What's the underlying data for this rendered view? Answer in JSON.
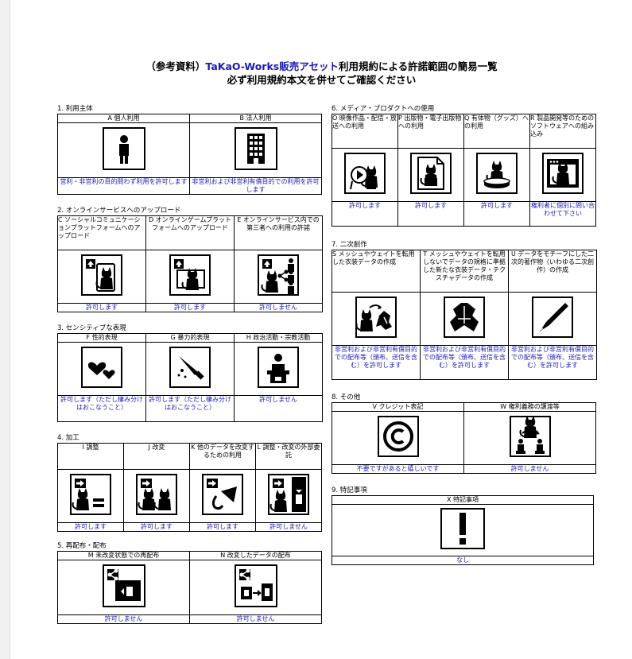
{
  "title": {
    "line1_prefix": "（参考資料）",
    "line1_brand": "TaKaO-Works販売アセット",
    "line1_suffix": "利用規約による許諾範囲の簡易一覧",
    "line2": "必ず利用規約本文を併せてご確認ください"
  },
  "sections": {
    "s1": {
      "label": "1. 利用主体",
      "cols": [
        {
          "head": "A 個人利用",
          "icon": "person-icon",
          "result": "営利・非営利の目的問わず利用を許可します"
        },
        {
          "head": "B 法人利用",
          "icon": "building-icon",
          "result": "非営利および非営利有償目的での利用を許可します"
        }
      ]
    },
    "s2": {
      "label": "2. オンラインサービスへのアップロード",
      "cols": [
        {
          "head": "C ソーシャルコミュニケーションプラットフォームへのアップロード",
          "icon": "upload-phone-icon",
          "result": "許可します"
        },
        {
          "head": "D オンラインゲームプラットフォームへのアップロード",
          "icon": "upload-monitor-icon",
          "result": "許可します"
        },
        {
          "head": "E オンラインサービス内での第三者への利用の許諾",
          "icon": "share-users-icon",
          "result": "許可しません"
        }
      ]
    },
    "s3": {
      "label": "3. センシティブな表現",
      "cols": [
        {
          "head": "F 性的表現",
          "icon": "hearts-icon",
          "result": "許可します（ただし棲み分けはおこなうこと）"
        },
        {
          "head": "G 暴力的表現",
          "icon": "knife-icon",
          "result": "許可します（ただし棲み分けはおこなうこと）"
        },
        {
          "head": "H 政治活動・宗教活動",
          "icon": "podium-icon",
          "result": "許可しません"
        }
      ]
    },
    "s4": {
      "label": "4. 加工",
      "cols": [
        {
          "head": "I 調整",
          "icon": "adjust-icon",
          "result": "許可します"
        },
        {
          "head": "J 改変",
          "icon": "modify-icon",
          "result": "許可します"
        },
        {
          "head": "K 他のデータを改変するための利用",
          "icon": "hand-icon",
          "result": "許可します"
        },
        {
          "head": "L 調整・改変の外部委託",
          "icon": "outsource-icon",
          "result": "許可しません"
        }
      ]
    },
    "s5": {
      "label": "5. 再配布・配布",
      "cols": [
        {
          "head": "M 未改変状態での再配布",
          "icon": "redistribute-icon",
          "result": "許可しません"
        },
        {
          "head": "N 改変したデータの配布",
          "icon": "distribute-modified-icon",
          "result": "許可しません"
        }
      ]
    },
    "s6": {
      "label": "6. メディア・プロダクトへの使用",
      "cols": [
        {
          "head": "O 映像作品・配信・放送への利用",
          "icon": "video-icon",
          "result": "許可します"
        },
        {
          "head": "P 出版物・電子出版物への利用",
          "icon": "document-icon",
          "result": "許可します"
        },
        {
          "head": "Q 有体物（グッズ）への利用",
          "icon": "figure-icon",
          "result": "許可します"
        },
        {
          "head": "R 製品開発等のためのソフトウェアへの組み込み",
          "icon": "software-icon",
          "result": "権利者に個別に問い合わせて下さい"
        }
      ]
    },
    "s7": {
      "label": "7. 二次創作",
      "cols": [
        {
          "head": "S メッシュやウェイトを転用した衣装データの作成",
          "icon": "clothing-convert-icon",
          "result": "非営利および非営利有償目的での配布等（頒布、送信を含む）を許可します"
        },
        {
          "head": "T メッシュやウェイトを転用しないでデータの規格に準拠した新たな衣装データ・テクスチャデータの作成",
          "icon": "clothing-icon",
          "result": "非営利および非営利有償目的での配布等（頒布、送信を含む）を許可します"
        },
        {
          "head": "U データをモチーフにした二次的著作物（いわゆる二次創作）の作成",
          "icon": "pen-icon",
          "result": "非営利および非営利有償目的での配布等（頒布、送信を含む）を許可します"
        }
      ]
    },
    "s8": {
      "label": "8. その他",
      "cols": [
        {
          "head": "V クレジット表記",
          "icon": "copyright-icon",
          "result": "不要ですがあると嬉しいです"
        },
        {
          "head": "W 権利義務の譲渡等",
          "icon": "transfer-icon",
          "result": "許可しません"
        }
      ]
    },
    "s9": {
      "label": "9. 特記事項",
      "cols": [
        {
          "head": "X 特記事項",
          "icon": "exclamation-icon",
          "result": "なし"
        }
      ]
    }
  }
}
